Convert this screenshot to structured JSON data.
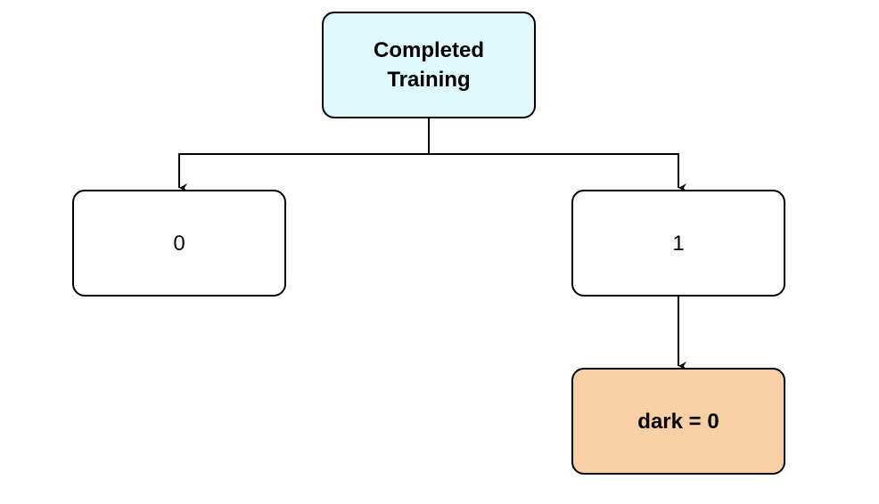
{
  "nodes": {
    "root": {
      "label": "Completed\nTraining",
      "fill": "#e0f9fc"
    },
    "zero": {
      "label": "0",
      "fill": "#ffffff"
    },
    "one": {
      "label": "1",
      "fill": "#ffffff"
    },
    "leaf": {
      "label": "dark = 0",
      "fill": "#f7d0a6"
    }
  },
  "edges": [
    {
      "from": "root",
      "to": "zero"
    },
    {
      "from": "root",
      "to": "one"
    },
    {
      "from": "one",
      "to": "leaf"
    }
  ],
  "colors": {
    "stroke": "#000000"
  }
}
